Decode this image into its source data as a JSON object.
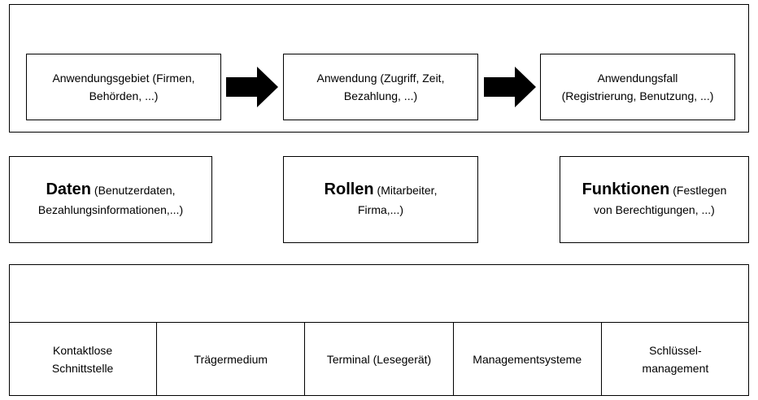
{
  "top_flow": {
    "boxes": [
      {
        "line1": "Anwendungsgebiet (Firmen,",
        "line2": "Behörden, ...)"
      },
      {
        "line1": "Anwendung (Zugriff, Zeit,",
        "line2": "Bezahlung, ...)"
      },
      {
        "line1": "Anwendungsfall",
        "line2": "(Registrierung, Benutzung, ...)"
      }
    ]
  },
  "middle": [
    {
      "bold": "Daten",
      "rest1": " (Benutzerdaten,",
      "line2": "Bezahlungsinformationen,...)"
    },
    {
      "bold": "Rollen",
      "rest1": " (Mitarbeiter,",
      "line2": "Firma,...)"
    },
    {
      "bold": "Funktionen",
      "rest1": " (Festlegen",
      "line2": "von Berechtigungen, ...)"
    }
  ],
  "bottom": {
    "cells": [
      {
        "line1": "Kontaktlose",
        "line2": "Schnittstelle"
      },
      {
        "line1": "Trägermedium",
        "line2": ""
      },
      {
        "line1": "Terminal (Lesegerät)",
        "line2": ""
      },
      {
        "line1": "Managementsysteme",
        "line2": ""
      },
      {
        "line1": "Schlüssel-",
        "line2": "management"
      }
    ]
  }
}
